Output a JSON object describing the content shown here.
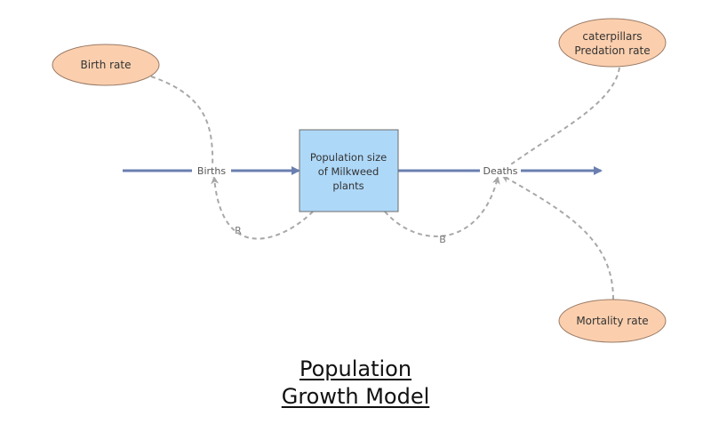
{
  "stock": {
    "line1": "Population size",
    "line2": "of Milkweed",
    "line3": "plants"
  },
  "flows": {
    "inflow": "Births",
    "outflow": "Deaths"
  },
  "auxiliaries": {
    "birth_rate": "Birth rate",
    "predation_line1": "caterpillars",
    "predation_line2": "Predation rate",
    "mortality_rate": "Mortality rate"
  },
  "loops": {
    "reinforcing": "R",
    "balancing": "B"
  },
  "caption": {
    "line1": "Population",
    "line2": "Growth Model"
  },
  "colors": {
    "stock_fill": "#aed8f8",
    "aux_fill": "#fbcfae",
    "flow": "#6a7fb0",
    "link": "#a8a8a8"
  }
}
